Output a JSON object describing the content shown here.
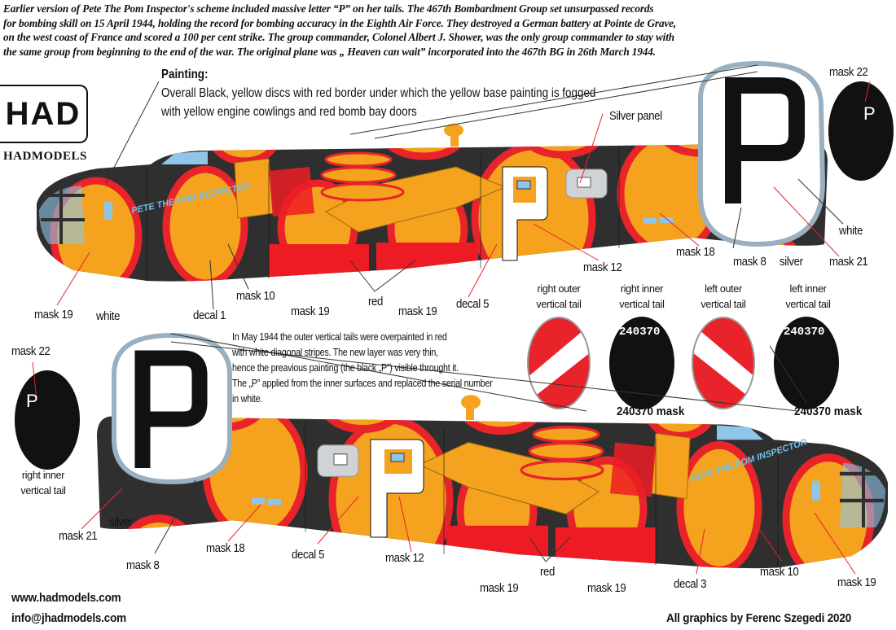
{
  "header": {
    "lines": [
      "Earlier version of Pete The Pom Inspector's scheme included massive letter “P” on her tails. The 467th Bombardment Group set unsurpassed records",
      "for bombing skill on 15 April 1944, holding the record for bombing accuracy in the Eighth Air Force. They destroyed a German battery at Pointe de Grave,",
      "on the west coast of France and scored a 100 per cent strike. The group commander, Colonel Albert J. Shower, was the only group commander to stay with",
      "the same group from beginning to the end of the war. The original plane was „ Heaven can wait” incorporated into the 467th BG in 26th March 1944."
    ]
  },
  "logo": {
    "mark": "HAD",
    "name": "HADMODELS"
  },
  "painting": {
    "title": "Painting:",
    "line1": "Overall Black, yellow discs with red border under which the yellow base painting is fogged",
    "line2": "with yellow engine cowlings and red bomb bay doors"
  },
  "nose_art": "PETE THE POM INSPECTOR",
  "top_view": {
    "silver_panel": "Silver panel",
    "mask22": "mask 22",
    "tail_letter": "P",
    "white": "white",
    "mask21": "mask 21",
    "silver": "silver",
    "mask8": "mask 8",
    "mask18": "mask 18",
    "mask12": "mask 12",
    "decal5": "decal 5",
    "mask19a": "mask 19",
    "mask19b": "mask 19",
    "mask19c": "mask 19",
    "red": "red",
    "mask10": "mask 10",
    "decal1": "decal 1"
  },
  "tails": [
    {
      "l1": "right outer",
      "l2": "vertical tail"
    },
    {
      "l1": "right inner",
      "l2": "vertical tail",
      "serial": "240370"
    },
    {
      "l1": "left outer",
      "l2": "vertical tail"
    },
    {
      "l1": "left inner",
      "l2": "vertical tail",
      "serial": "240370"
    }
  ],
  "serial_masks": [
    "240370 mask",
    "240370 mask"
  ],
  "note": [
    "In May 1944 the outer vertical tails were overpainted in red",
    "with white diagonal stripes. The new layer was very thin,",
    "hence the preavious painting (the black „P”) visible throught it.",
    "The „P” applied from the inner surfaces and replaced the serial number",
    "in white."
  ],
  "bottom_view": {
    "white": "white",
    "mask22": "mask 22",
    "tail_letter": "P",
    "rit_l1": "right inner",
    "rit_l2": "vertical tail",
    "mask21": "mask 21",
    "silver": "silver",
    "mask8": "mask 8",
    "mask18": "mask 18",
    "decal5": "decal 5",
    "mask12": "mask 12",
    "mask19a": "mask 19",
    "red": "red",
    "mask19b": "mask 19",
    "decal3": "decal 3",
    "mask10": "mask 10",
    "mask19c": "mask 19"
  },
  "footer": {
    "web": "www.hadmodels.com",
    "email": "info@jhadmodels.com",
    "credit": "All graphics by Ferenc Szegedi 2020"
  },
  "colors": {
    "fuselage": "#2f2f30",
    "disc": "#f5a21e",
    "disc_border": "#e8232a",
    "bomb_bay": "#ed1c24",
    "silver": "#cfd3d6",
    "glass": "#8fc6e8"
  }
}
